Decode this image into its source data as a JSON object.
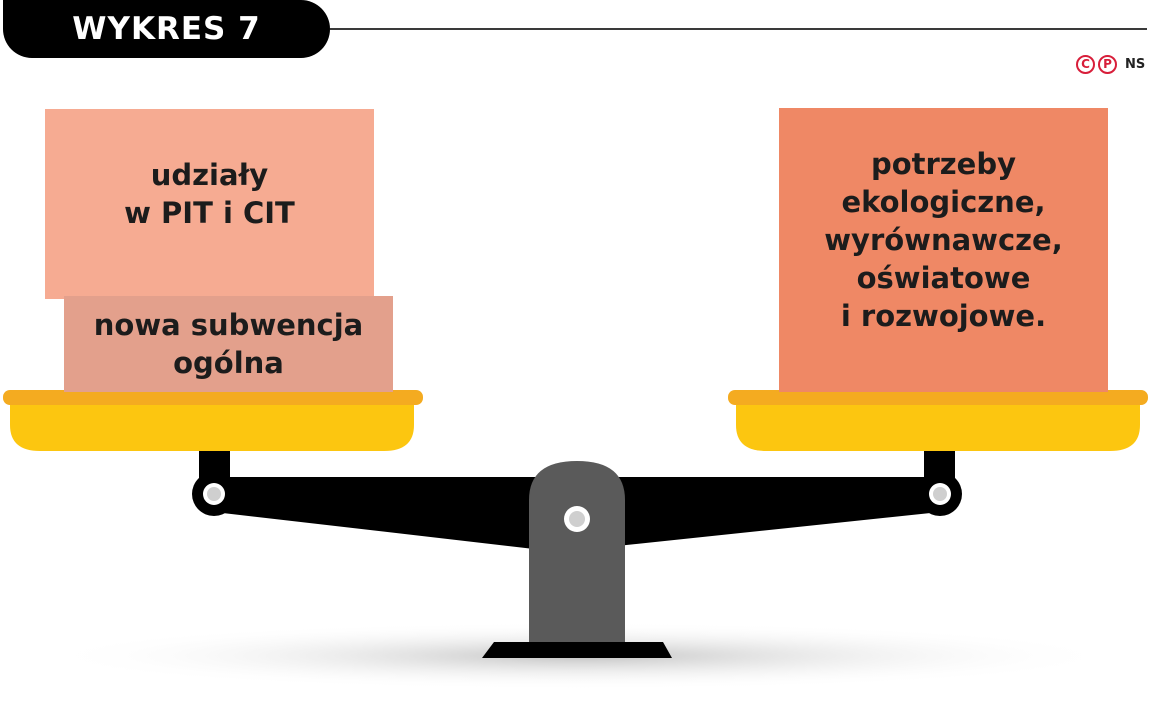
{
  "header": {
    "title": "WYKRES 7",
    "credit_c": "C",
    "credit_p": "P",
    "credit_text": "NS"
  },
  "left_pan": {
    "top_box": "udziały\nw PIT i CIT",
    "bottom_box": "nowa subwencja\nogólna"
  },
  "right_pan": {
    "box": "potrzeby\nekologiczne,\nwyrównawcze,\noświatowe\ni rozwojowe."
  },
  "colors": {
    "box_pit": "#f6ab92",
    "box_subvention": "#e3a08c",
    "box_needs": "#ef8865",
    "pan": "#fcc610",
    "pan_rim": "#f4ab20",
    "beam": "#000000",
    "pillar": "#5a5a5a"
  }
}
